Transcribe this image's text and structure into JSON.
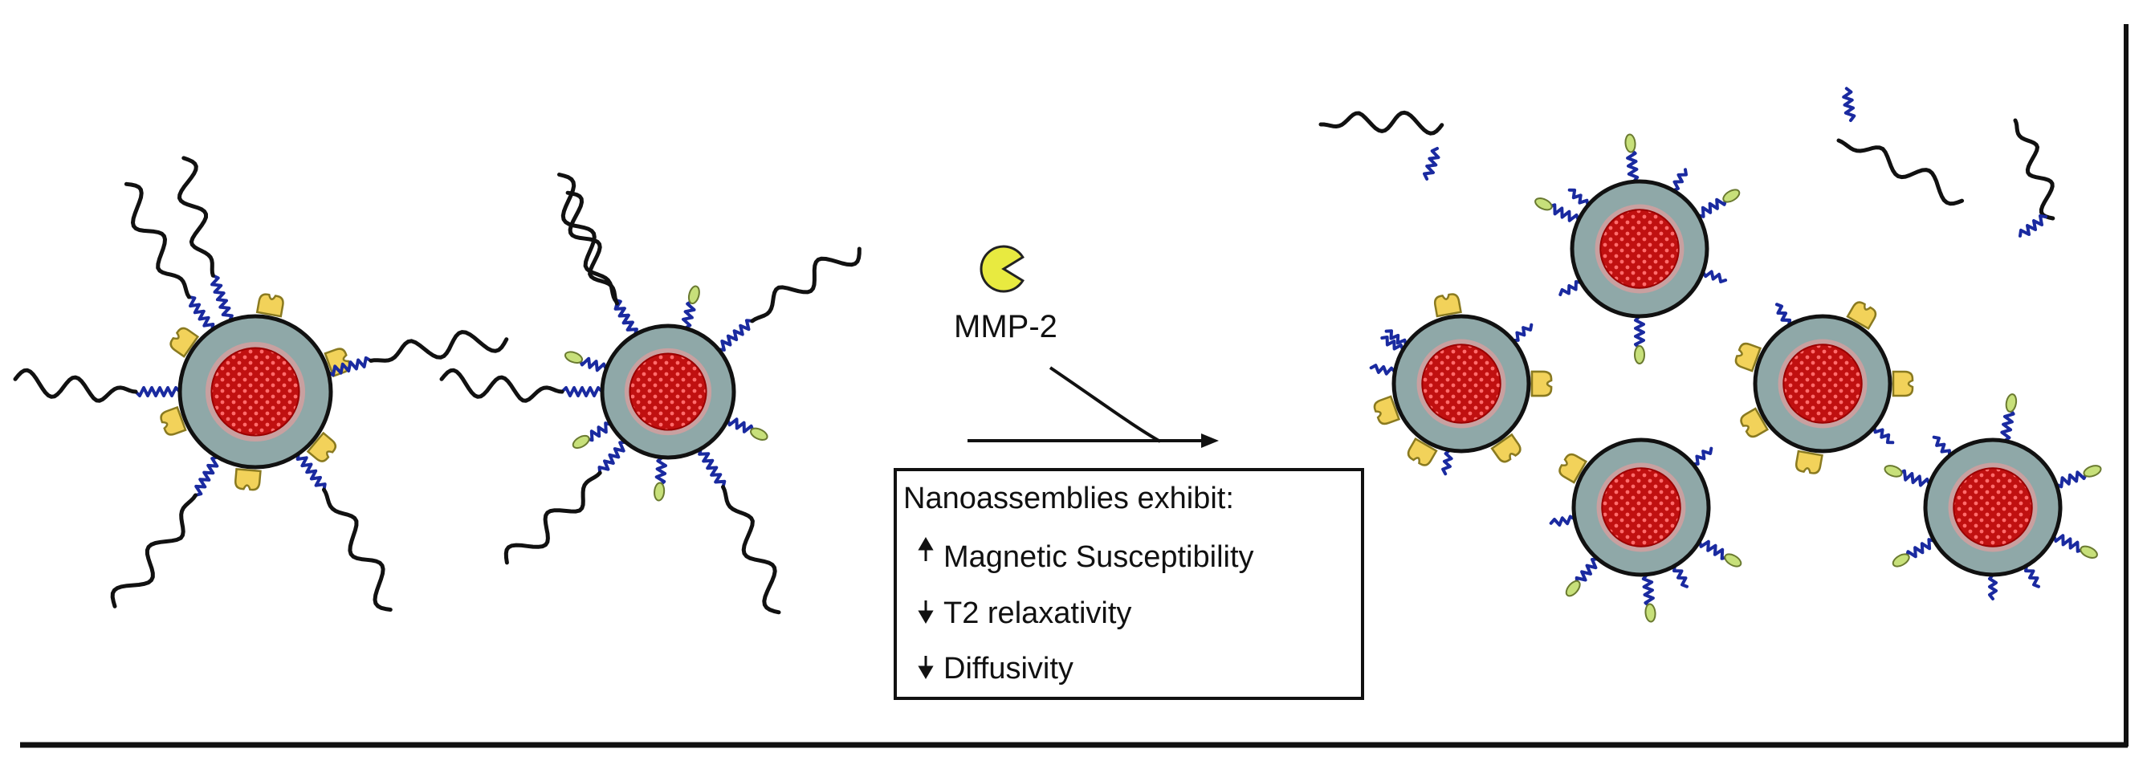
{
  "enzyme": {
    "label": "MMP-2"
  },
  "info_box": {
    "title": "Nanoassemblies exhibit:",
    "items": [
      {
        "direction": "up",
        "text": "Magnetic Susceptibility"
      },
      {
        "direction": "down",
        "text": "T2 relaxativity"
      },
      {
        "direction": "down",
        "text": "Diffusivity"
      }
    ]
  },
  "colors": {
    "shell": "#8fa8a8",
    "core": "#c01010",
    "core_highlight": "#ff6b6b",
    "inner_ring": "#c9a0a0",
    "receptor": "#f2d25a",
    "ligand": "#c7e07a",
    "enzyme": "#e8ea40",
    "linker": "#1a2aa0",
    "tether": "#111111"
  }
}
